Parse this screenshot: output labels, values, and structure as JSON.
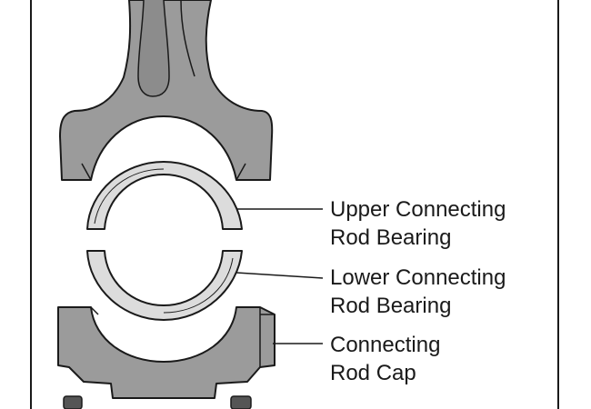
{
  "callouts": {
    "upper_bearing": {
      "line1": "Upper Connecting",
      "line2": "Rod Bearing"
    },
    "lower_bearing": {
      "line1": "Lower Connecting",
      "line2": "Rod Bearing"
    },
    "rod_cap": {
      "line1": "Connecting",
      "line2": "Rod Cap"
    }
  },
  "colors": {
    "metal_fill": "#9b9b9b",
    "bearing_fill": "#dcdcdc",
    "outline": "#1a1a1a",
    "background": "#ffffff"
  }
}
